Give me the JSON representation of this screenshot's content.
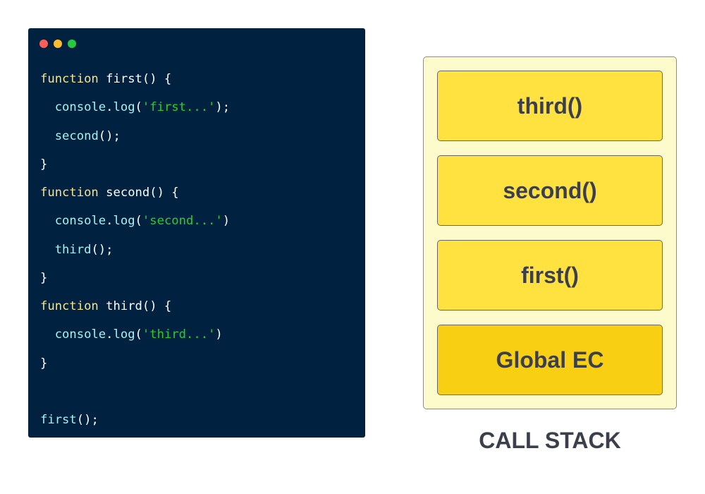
{
  "editor": {
    "window_dots": [
      "#ff5f56",
      "#ffbd2e",
      "#27c93f"
    ],
    "lines": [
      [
        {
          "t": "kw",
          "v": "function"
        },
        {
          "t": "plain",
          "v": " first() {"
        }
      ],
      [
        {
          "t": "plain",
          "v": "  "
        },
        {
          "t": "fn",
          "v": "console"
        },
        {
          "t": "plain",
          "v": "."
        },
        {
          "t": "fn",
          "v": "log"
        },
        {
          "t": "plain",
          "v": "("
        },
        {
          "t": "str",
          "v": "'first...'"
        },
        {
          "t": "plain",
          "v": ");"
        }
      ],
      [
        {
          "t": "plain",
          "v": "  "
        },
        {
          "t": "fn",
          "v": "second"
        },
        {
          "t": "plain",
          "v": "();"
        }
      ],
      [
        {
          "t": "plain",
          "v": "}"
        }
      ],
      [
        {
          "t": "kw",
          "v": "function"
        },
        {
          "t": "plain",
          "v": " second() {"
        }
      ],
      [
        {
          "t": "plain",
          "v": "  "
        },
        {
          "t": "fn",
          "v": "console"
        },
        {
          "t": "plain",
          "v": "."
        },
        {
          "t": "fn",
          "v": "log"
        },
        {
          "t": "plain",
          "v": "("
        },
        {
          "t": "str",
          "v": "'second...'"
        },
        {
          "t": "plain",
          "v": ")"
        }
      ],
      [
        {
          "t": "plain",
          "v": "  "
        },
        {
          "t": "fn",
          "v": "third"
        },
        {
          "t": "plain",
          "v": "();"
        }
      ],
      [
        {
          "t": "plain",
          "v": "}"
        }
      ],
      [
        {
          "t": "kw",
          "v": "function"
        },
        {
          "t": "plain",
          "v": " third() {"
        }
      ],
      [
        {
          "t": "plain",
          "v": "  "
        },
        {
          "t": "fn",
          "v": "console"
        },
        {
          "t": "plain",
          "v": "."
        },
        {
          "t": "fn",
          "v": "log"
        },
        {
          "t": "plain",
          "v": "("
        },
        {
          "t": "str",
          "v": "'third...'"
        },
        {
          "t": "plain",
          "v": ")"
        }
      ],
      [
        {
          "t": "plain",
          "v": "}"
        }
      ],
      [],
      [
        {
          "t": "fn",
          "v": "first"
        },
        {
          "t": "plain",
          "v": "();"
        }
      ]
    ]
  },
  "call_stack": {
    "frames": [
      "third()",
      "second()",
      "first()",
      "Global EC"
    ],
    "label": "CALL STACK",
    "colors": {
      "frame": "#ffe23f",
      "global": "#f9cf14",
      "container": "#fdfbcc"
    }
  }
}
